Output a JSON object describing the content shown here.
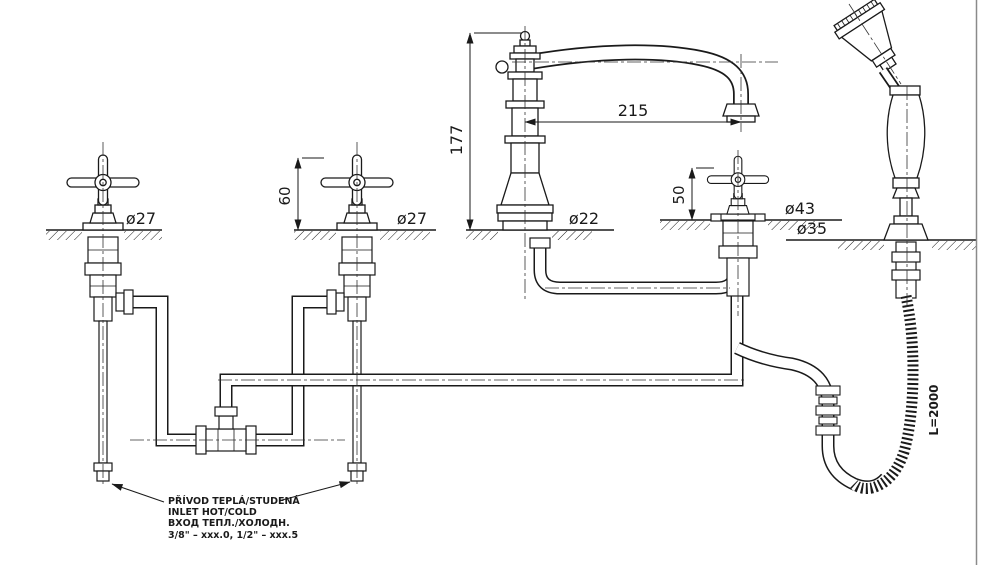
{
  "title": "faucet-installation-technical-drawing",
  "dimensions": {
    "spout_height": "177",
    "spout_reach": "215",
    "valve_height": "60",
    "diverter_height": "50",
    "valve_left_dia": "ø27",
    "valve_mid_dia": "ø27",
    "spout_dia": "ø22",
    "diverter_dia": "ø43",
    "shower_dia": "ø35",
    "hose_length": "L=2000"
  },
  "notes": {
    "line1": "PŘÍVOD TEPLÁ/STUDENÁ",
    "line2": "INLET HOT/COLD",
    "line3": "ВХОД ТЕПЛ./ХОЛОДН.",
    "line4": "3/8\" – xxx.0, 1/2\" – xxx.5"
  },
  "colors": {
    "ink": "#1a1a1a",
    "background": "#ffffff"
  }
}
